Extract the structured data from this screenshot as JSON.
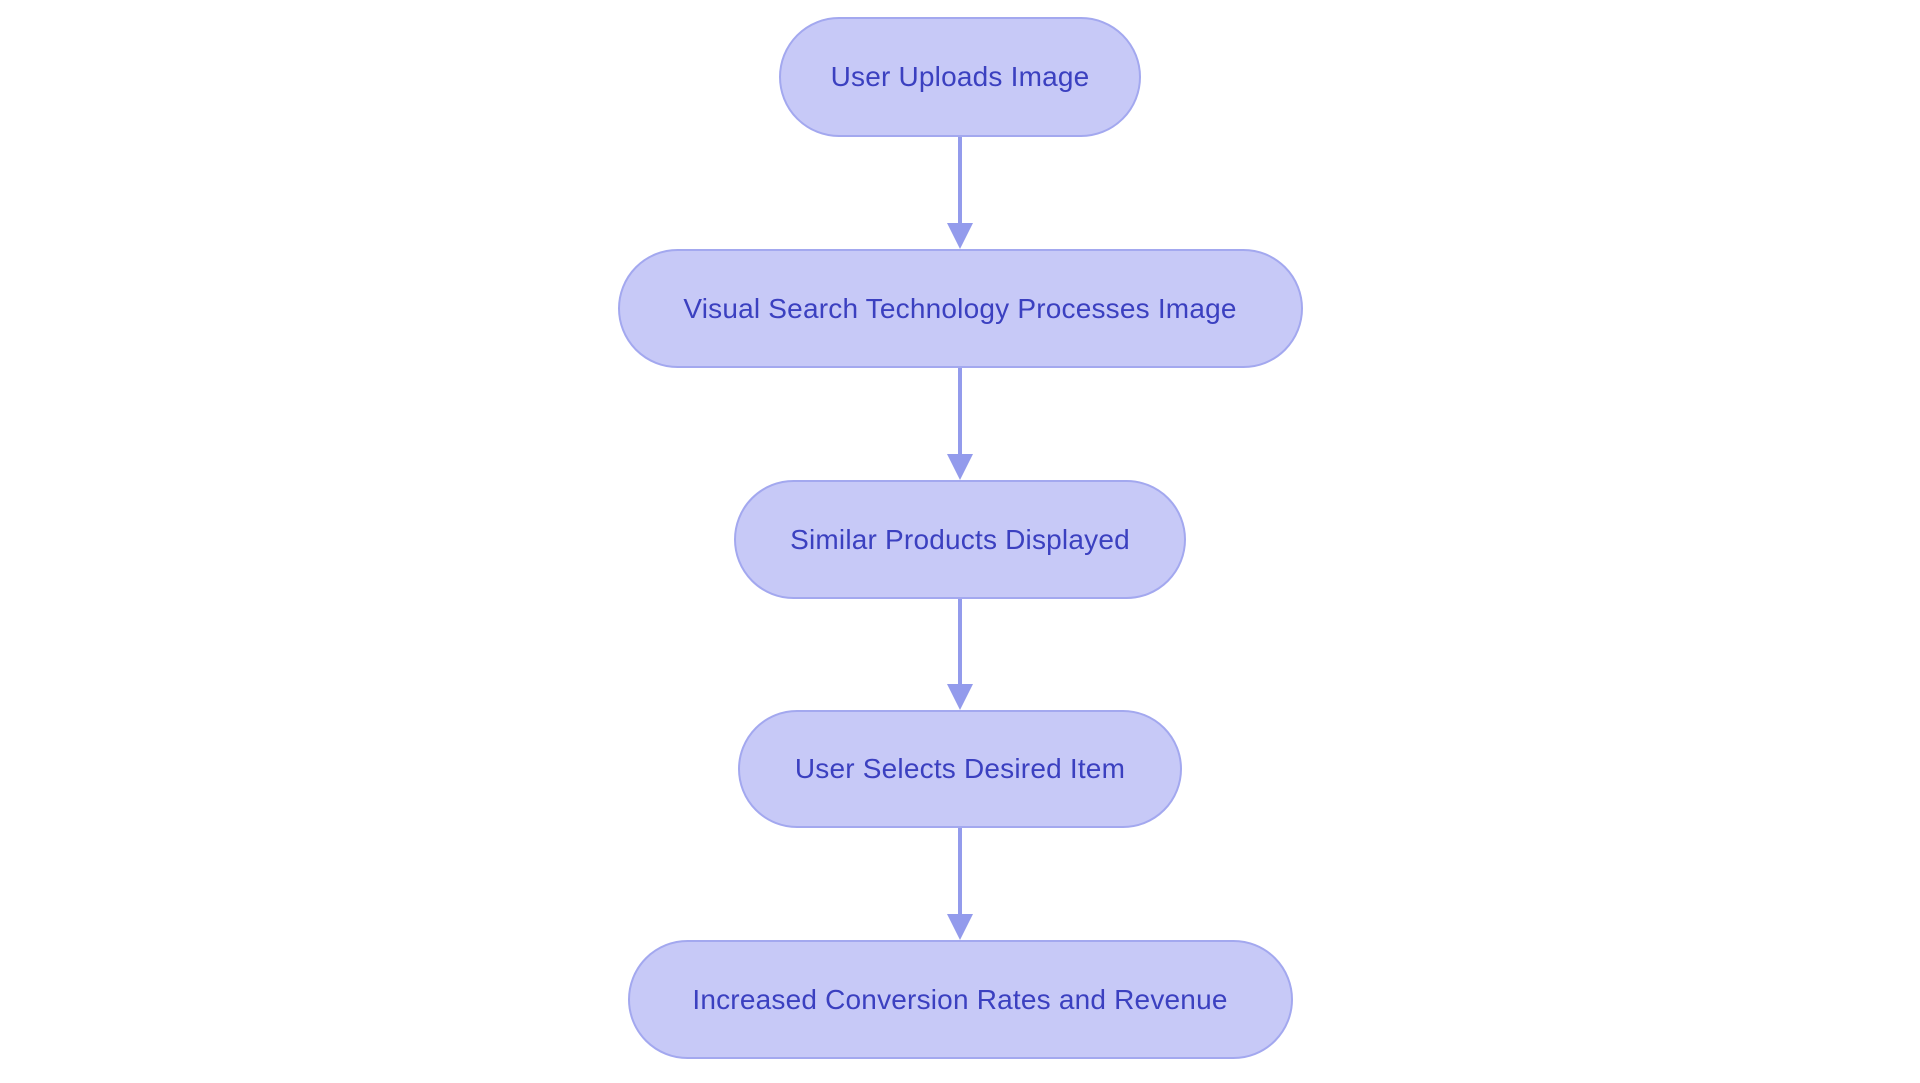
{
  "diagram": {
    "type": "flowchart",
    "direction": "top-down",
    "nodes": [
      {
        "id": "n1",
        "label": "User Uploads Image"
      },
      {
        "id": "n2",
        "label": "Visual Search Technology Processes Image"
      },
      {
        "id": "n3",
        "label": "Similar Products Displayed"
      },
      {
        "id": "n4",
        "label": "User Selects Desired Item"
      },
      {
        "id": "n5",
        "label": "Increased Conversion Rates and Revenue"
      }
    ],
    "edges": [
      {
        "from": "n1",
        "to": "n2"
      },
      {
        "from": "n2",
        "to": "n3"
      },
      {
        "from": "n3",
        "to": "n4"
      },
      {
        "from": "n4",
        "to": "n5"
      }
    ]
  },
  "colors": {
    "node-fill": "#c7c9f7",
    "node-border": "#a3a8ef",
    "node-text": "#3b40c0",
    "arrow": "#939bec",
    "background": "#ffffff"
  }
}
